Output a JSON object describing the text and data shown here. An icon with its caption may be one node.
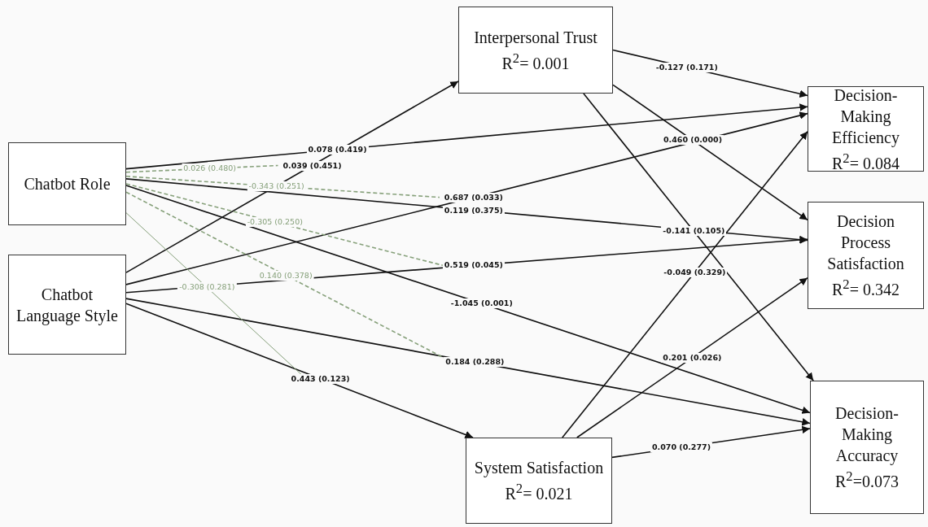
{
  "diagram": {
    "nodes": [
      {
        "text": [
          "Chatbot Role"
        ]
      },
      {
        "text": [
          "Chatbot Language Style"
        ]
      },
      {
        "text": [
          "Interpersonal Trust",
          "R$^{2}$= 0.001"
        ]
      },
      {
        "text": [
          "System Satisfaction",
          "R$^{2}$= 0.021"
        ]
      },
      {
        "text": [
          "Decision-Making Efficiency",
          "R$^{2}$= 0.084"
        ]
      },
      {
        "text": [
          "Decision Process Satisfaction",
          "R$^{2}$= 0.342"
        ]
      },
      {
        "text": [
          "Decision-Making Accuracy",
          "R$^{2}$=0.073"
        ]
      }
    ],
    "edges": [
      {
        "from": 0,
        "to": 4,
        "arrow": "to",
        "label": "0.078 (0.419)"
      },
      {
        "from": 0,
        "to": 5,
        "arrow": "to",
        "label": "0.119 (0.375)"
      },
      {
        "from": 0,
        "to": 6,
        "arrow": "to",
        "label": "-1.045 (0.001)"
      },
      {
        "from": 1,
        "to": 2,
        "arrow": "to",
        "label": "0.039 (0.451)"
      },
      {
        "from": 1,
        "to": 4,
        "arrow": "to",
        "label": "0.687 (0.033)"
      },
      {
        "from": 1,
        "to": 5,
        "arrow": "to",
        "label": "0.519 (0.045)"
      },
      {
        "from": 1,
        "to": 6,
        "arrow": "to",
        "label": "0.184 (0.288)"
      },
      {
        "from": 1,
        "to": 3,
        "arrow": "to",
        "label": "0.443 (0.123)"
      },
      {
        "from": 2,
        "to": 4,
        "arrow": "to",
        "label": "-0.127 (0.171)"
      },
      {
        "from": 2,
        "to": 5,
        "arrow": "to",
        "label": "0.460 (0.000)"
      },
      {
        "from": 2,
        "to": 6,
        "arrow": "to",
        "label": "-0.141 (0.105)"
      },
      {
        "from": 3,
        "to": 4,
        "arrow": "to",
        "label": "-0.049 (0.329)"
      },
      {
        "from": 3,
        "to": 5,
        "arrow": "to",
        "label": "0.201 (0.026)"
      },
      {
        "from": 3,
        "to": 6,
        "arrow": "to",
        "label": "0.070 (0.277)"
      },
      {
        "from": 0,
        "to": null,
        "arrow": "none",
        "label": "0.026 (0.480)",
        "style": "dashed",
        "color": "#86a07a"
      },
      {
        "from": 0,
        "to": null,
        "arrow": "none",
        "label": "-0.343 (0.251)",
        "style": "dashed",
        "color": "#86a07a"
      },
      {
        "from": 0,
        "to": null,
        "arrow": "none",
        "label": "-0.305 (0.250)",
        "style": "dashed",
        "color": "#86a07a"
      },
      {
        "from": 0,
        "to": null,
        "arrow": "none",
        "label": "0.140 (0.378)",
        "style": "dashed",
        "color": "#86a07a"
      },
      {
        "from": 0,
        "to": null,
        "arrow": "none",
        "label": "-0.308 (0.281)",
        "color": "#86a07a"
      }
    ]
  }
}
